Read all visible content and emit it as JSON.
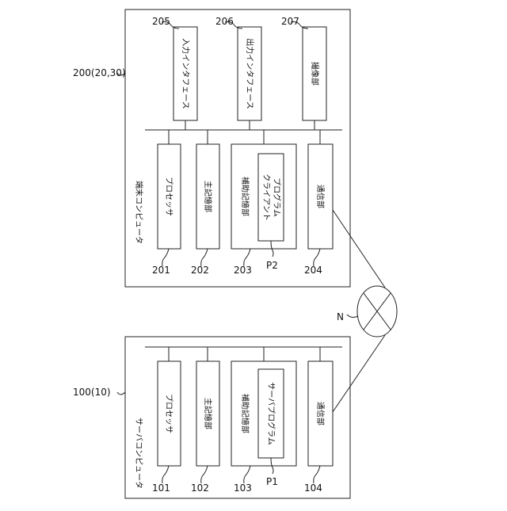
{
  "terminal": {
    "ref": "200(20,30)",
    "title": "端末コンピュータ",
    "interfaces": [
      {
        "ref": "205",
        "label": "入力インタフェース"
      },
      {
        "ref": "206",
        "label": "出力インタフェース"
      },
      {
        "ref": "207",
        "label": "撮像部"
      }
    ],
    "components": [
      {
        "ref": "201",
        "label": "プロセッサ"
      },
      {
        "ref": "202",
        "label": "主記憶部"
      },
      {
        "ref": "203",
        "label": "補助記憶部"
      },
      {
        "ref": "204",
        "label": "通信部"
      }
    ],
    "program": {
      "ref": "P2",
      "line1": "クライアント",
      "line2": "プログラム"
    }
  },
  "network": {
    "ref": "N"
  },
  "server": {
    "ref": "100(10)",
    "title": "サーバコンピュータ",
    "components": [
      {
        "ref": "101",
        "label": "プロセッサ"
      },
      {
        "ref": "102",
        "label": "主記憶部"
      },
      {
        "ref": "103",
        "label": "補助記憶部"
      },
      {
        "ref": "104",
        "label": "通信部"
      }
    ],
    "program": {
      "ref": "P1",
      "line1": "サーバプログラム"
    }
  }
}
